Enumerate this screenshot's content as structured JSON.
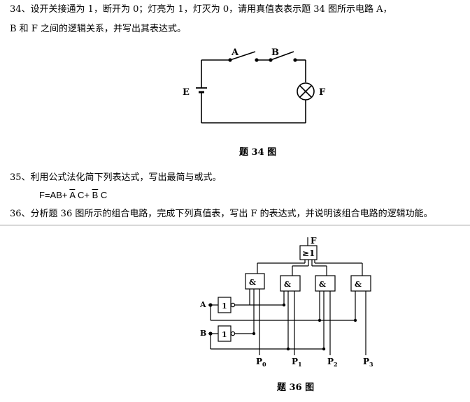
{
  "q34": {
    "line1": "34、设开关接通为 1，断开为 0；灯亮为 1，灯灭为 0，请用真值表表示题 34 图所示电路 A，",
    "line2": "B 和 F 之间的逻辑关系，并写出其表达式。"
  },
  "fig34": {
    "label_a": "A",
    "label_b": "B",
    "label_e": "E",
    "label_f": "F",
    "caption": "题 34 图"
  },
  "q35": {
    "text": "35、利用公式法化简下列表达式，写出最简与或式。",
    "formula_lead": "F=AB+ ",
    "formula_bar_a": "A",
    "formula_mid": " C+ ",
    "formula_bar_b": "B",
    "formula_end": " C"
  },
  "q36": {
    "text": "36、分析题 36 图所示的组合电路，完成下列真值表，写出 F 的表达式，并说明该组合电路的逻辑功能。"
  },
  "fig36": {
    "output_label": "F",
    "or_gate": "≥1",
    "and_gate": "&",
    "not_gate": "1",
    "input_a": "A",
    "input_b": "B",
    "p0_main": "P",
    "p0_sub": "0",
    "p1_main": "P",
    "p1_sub": "1",
    "p2_main": "P",
    "p2_sub": "2",
    "p3_main": "P",
    "p3_sub": "3",
    "caption": "题 36 图"
  }
}
